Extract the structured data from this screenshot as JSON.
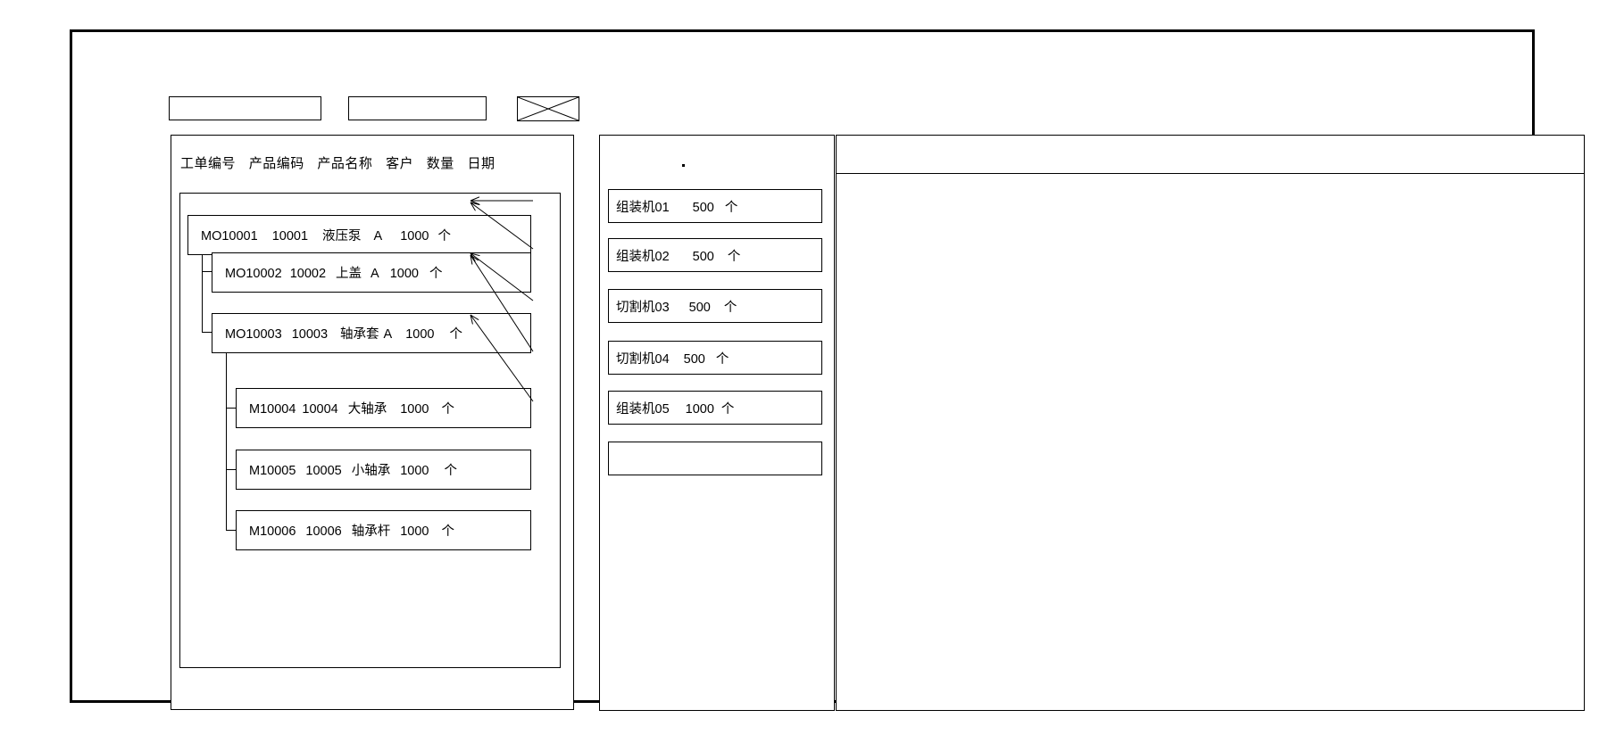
{
  "window": {
    "title": ""
  },
  "toolbar": {
    "field1_value": "",
    "field1_placeholder": "",
    "field2_value": "",
    "field2_placeholder": "",
    "close_icon": "x-crossed-box-icon"
  },
  "left_panel": {
    "columns": [
      "工单编号",
      "产品编码",
      "产品名称",
      "客户",
      "数量",
      "日期"
    ],
    "rows": [
      {
        "depth": 0,
        "order_no": "MO10001",
        "product_code": "10001",
        "product_name": "液压泵",
        "customer": "A",
        "quantity": "1000",
        "unit": "个",
        "date": ""
      },
      {
        "depth": 1,
        "order_no": "MO10002",
        "product_code": "10002",
        "product_name": "上盖",
        "customer": "A",
        "quantity": "1000",
        "unit": "个",
        "date": ""
      },
      {
        "depth": 1,
        "order_no": "MO10003",
        "product_code": "10003",
        "product_name": "轴承套",
        "customer": "A",
        "quantity": "1000",
        "unit": "个",
        "date": ""
      },
      {
        "depth": 2,
        "order_no": "M10004",
        "product_code": "10004",
        "product_name": "大轴承",
        "customer": "",
        "quantity": "1000",
        "unit": "个",
        "date": ""
      },
      {
        "depth": 2,
        "order_no": "M10005",
        "product_code": "10005",
        "product_name": "小轴承",
        "customer": "",
        "quantity": "1000",
        "unit": "个",
        "date": ""
      },
      {
        "depth": 2,
        "order_no": "M10006",
        "product_code": "10006",
        "product_name": "轴承杆",
        "customer": "",
        "quantity": "1000",
        "unit": "个",
        "date": ""
      }
    ]
  },
  "middle_panel": {
    "operations": [
      {
        "machine": "组装机01",
        "quantity": "500",
        "unit": "个"
      },
      {
        "machine": "组装机02",
        "quantity": "500",
        "unit": "个"
      },
      {
        "machine": "切割机03",
        "quantity": "500",
        "unit": "个"
      },
      {
        "machine": "切割机04",
        "quantity": "500",
        "unit": "个"
      },
      {
        "machine": "组装机05",
        "quantity": "1000",
        "unit": "个"
      },
      {
        "machine": "",
        "quantity": "",
        "unit": ""
      }
    ]
  },
  "right_panel": {
    "header_text": "",
    "body_text": ""
  },
  "colors": {
    "line": "#000000",
    "background": "#ffffff"
  }
}
